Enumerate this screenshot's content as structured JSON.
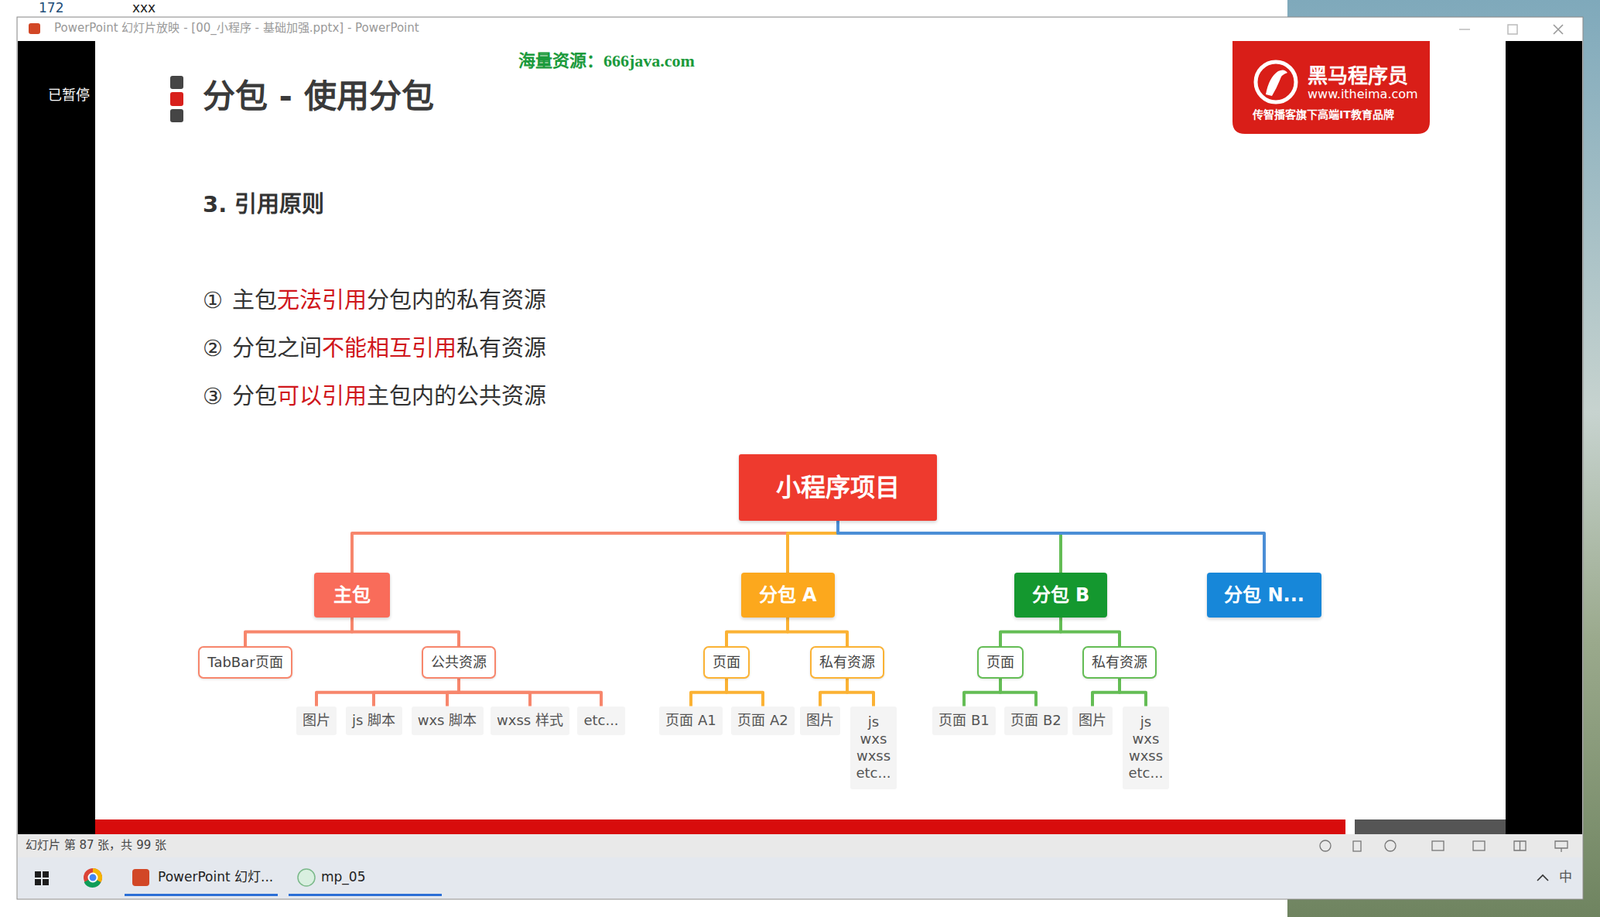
{
  "diagram": {
    "title": "分包 - 使用分包",
    "nodes": [
      {
        "text": [
          "小程序项目"
        ]
      },
      {
        "text": [
          "主包"
        ]
      },
      {
        "text": [
          "分包 A"
        ]
      },
      {
        "text": [
          "分包 B"
        ]
      },
      {
        "text": [
          "分包 N..."
        ]
      },
      {
        "text": [
          "TabBar页面"
        ]
      },
      {
        "text": [
          "公共资源"
        ]
      },
      {
        "text": [
          "页面"
        ]
      },
      {
        "text": [
          "私有资源"
        ]
      },
      {
        "text": [
          "页面"
        ]
      },
      {
        "text": [
          "私有资源"
        ]
      },
      {
        "text": [
          "图片"
        ]
      },
      {
        "text": [
          "js 脚本"
        ]
      },
      {
        "text": [
          "wxs 脚本"
        ]
      },
      {
        "text": [
          "wxss 样式"
        ]
      },
      {
        "text": [
          "etc..."
        ]
      },
      {
        "text": [
          "页面 A1"
        ]
      },
      {
        "text": [
          "页面 A2"
        ]
      },
      {
        "text": [
          "图片"
        ]
      },
      {
        "text": [
          "js wxs wxss etc..."
        ]
      },
      {
        "text": [
          "页面 B1"
        ]
      },
      {
        "text": [
          "页面 B2"
        ]
      },
      {
        "text": [
          "图片"
        ]
      },
      {
        "text": [
          "js wxs wxss etc..."
        ]
      }
    ],
    "edges": [
      {
        "from": 0,
        "to": 1,
        "arrow": "none"
      },
      {
        "from": 0,
        "to": 2,
        "arrow": "none"
      },
      {
        "from": 0,
        "to": 3,
        "arrow": "none"
      },
      {
        "from": 0,
        "to": 4,
        "arrow": "none"
      },
      {
        "from": 1,
        "to": 5,
        "arrow": "none"
      },
      {
        "from": 1,
        "to": 6,
        "arrow": "none"
      },
      {
        "from": 6,
        "to": 11,
        "arrow": "none"
      },
      {
        "from": 6,
        "to": 12,
        "arrow": "none"
      },
      {
        "from": 6,
        "to": 13,
        "arrow": "none"
      },
      {
        "from": 6,
        "to": 14,
        "arrow": "none"
      },
      {
        "from": 6,
        "to": 15,
        "arrow": "none"
      },
      {
        "from": 2,
        "to": 7,
        "arrow": "none"
      },
      {
        "from": 2,
        "to": 8,
        "arrow": "none"
      },
      {
        "from": 7,
        "to": 16,
        "arrow": "none"
      },
      {
        "from": 7,
        "to": 17,
        "arrow": "none"
      },
      {
        "from": 8,
        "to": 18,
        "arrow": "none"
      },
      {
        "from": 8,
        "to": 19,
        "arrow": "none"
      },
      {
        "from": 3,
        "to": 9,
        "arrow": "none"
      },
      {
        "from": 3,
        "to": 10,
        "arrow": "none"
      },
      {
        "from": 9,
        "to": 20,
        "arrow": "none"
      },
      {
        "from": 9,
        "to": 21,
        "arrow": "none"
      },
      {
        "from": 10,
        "to": 22,
        "arrow": "none"
      },
      {
        "from": 10,
        "to": 23,
        "arrow": "none"
      }
    ],
    "labels": [
      "172",
      "xxx",
      "PowerPoint 幻灯片放映 - [00_小程序 - 基础加强.pptx] - PowerPoint",
      "已暂停",
      "海量资源：666java.com",
      "黑马程序员",
      "www.itheima.com",
      "传智播客旗下高端IT教育品牌",
      "3. 引用原则",
      "①",
      "主包",
      "无法引用",
      "分包内的私有资源",
      "②",
      "分包之间",
      "不能相互引用",
      "私有资源",
      "③",
      "分包",
      "可以引用",
      "主包内的公共资源",
      "幻灯片 第 87 张，共 99 张",
      "PowerPoint 幻灯...",
      "mp_05",
      "中"
    ]
  }
}
